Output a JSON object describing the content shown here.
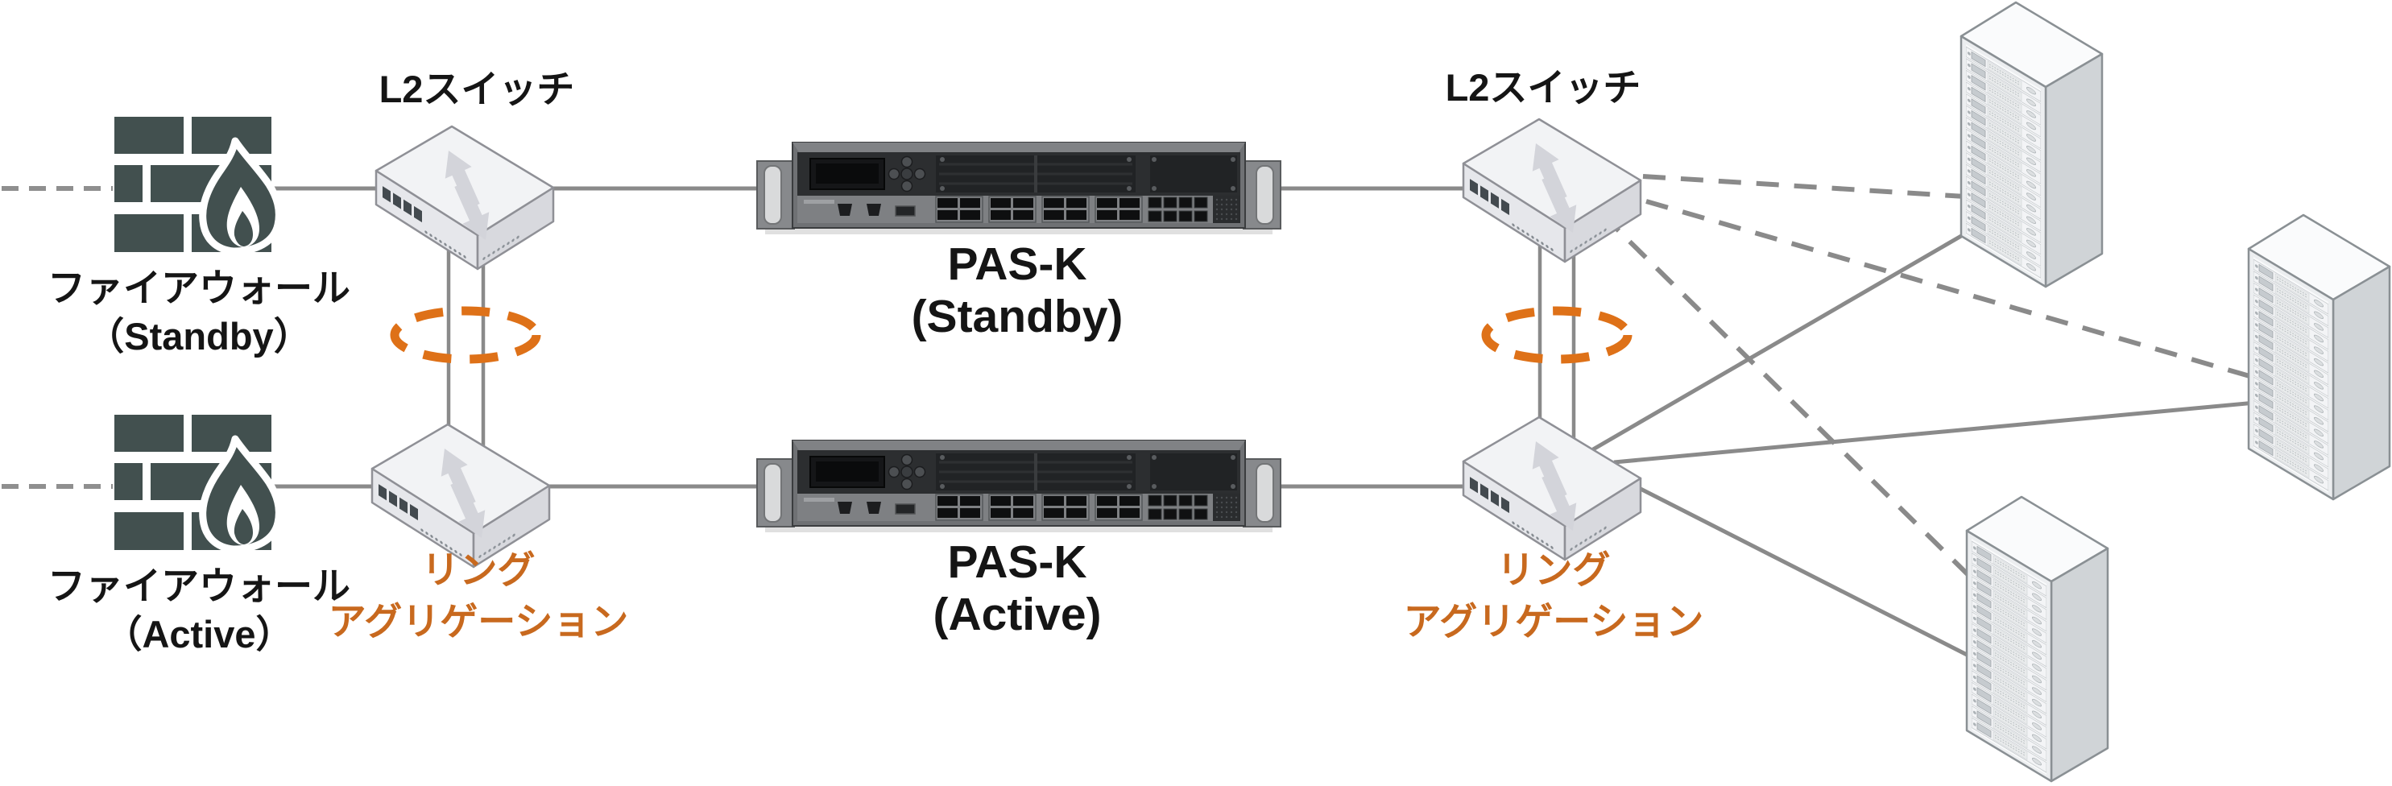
{
  "diagram": {
    "type": "network-topology",
    "labels": {
      "l2_switch_left": "L2スイッチ",
      "l2_switch_right": "L2スイッチ"
    },
    "firewall_standby": {
      "name": "ファイアウォール",
      "state": "（Standby）"
    },
    "firewall_active": {
      "name": "ファイアウォール",
      "state": "（Active）"
    },
    "pask_standby": {
      "name": "PAS-K",
      "state": "(Standby)"
    },
    "pask_active": {
      "name": "PAS-K",
      "state": "(Active)"
    },
    "ring_aggregation_left": {
      "line1": "リング",
      "line2": "アグリゲーション"
    },
    "ring_aggregation_right": {
      "line1": "リング",
      "line2": "アグリゲーション"
    },
    "connections": {
      "solid": [
        "firewall-standby — l2-switch-top-left",
        "l2-switch-top-left — pask-standby — l2-switch-top-right",
        "firewall-active — l2-switch-bottom-left",
        "l2-switch-bottom-left — pask-active — l2-switch-bottom-right",
        "l2-switch-bottom-right — server-rack-1",
        "l2-switch-bottom-right — server-rack-2",
        "l2-switch-bottom-right — server-rack-3",
        "ring links between paired switches (x2 each side)"
      ],
      "dashed": [
        "wan — firewall-standby",
        "wan — firewall-active",
        "l2-switch-top-right — server-rack-1",
        "l2-switch-top-right — server-rack-2",
        "l2-switch-top-right — server-rack-3"
      ]
    },
    "colors": {
      "accent_orange": "#DE7118",
      "orange_text": "#C8691E",
      "line_gray": "#8a8a8a",
      "firewall_dark": "#42504F",
      "text_black": "#151515"
    }
  }
}
